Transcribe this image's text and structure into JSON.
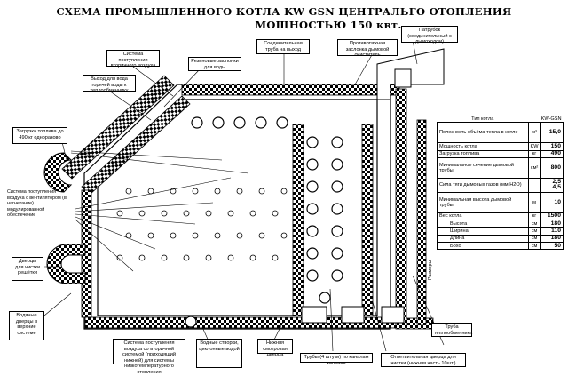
{
  "title": {
    "line1": "СХЕМА ПРОМЫШЛЕННОГО КОТЛА KW GSN ЦЕНТРАЛЬГО ОТОПЛЕНИЯ",
    "line2": "МОЩНОСТЬЮ 150 квт."
  },
  "labels": {
    "chimney": "Патрубок (соединительный с дымоходом)",
    "regulator": "Противотяжная заслонка дымовой очиститель",
    "outlet": "Соединительная труба на выход",
    "secondary_air_channel": "Система поступления вторичного воздуха",
    "insulation": "Резиновые заслонки для воды",
    "return_water": "Выход для вода горячей воды к теплообменнику",
    "fuel_loading": "Загрузка топлива до 490 кг одноразово",
    "air_supply": "Система поступления воздуха с вентилятором (в нагнетание) модулированной обеспечение",
    "door_handles": "Дверцы для чистки решётки",
    "water_inlet": "Водяные дверцы в верхние системе",
    "bottom_air": "Система поступления воздуха со вторичной системой (приходящий нижней) для системы низкотемпературного отопления",
    "water_duct": "Водные створки, циклонные водой",
    "lower_door": "Нижняя смотровая дверца",
    "grate_pipes": "Трубы (4 штуки) по каналам кипения",
    "cleaning_doors": "Ответвительная дверца для чистки (нижняя часть 10шт.)",
    "smoke_pipe": "Труба теплообменника"
  },
  "spec": {
    "header_left": "Тип котла",
    "header_right": "KW-GSN",
    "rows": [
      {
        "name": "Полезность объёма тепла в котле",
        "unit": "м³",
        "value": "15,0"
      },
      {
        "name": "Мощность котла",
        "unit": "KW",
        "value": "150"
      },
      {
        "name": "Загрузка топлива",
        "unit": "кг",
        "value": "490"
      },
      {
        "name": "Минимальное сечение дымовой трубы",
        "unit": "см²",
        "value": "800"
      },
      {
        "name": "Сила тяги дымовых газов (мм H2O)",
        "unit": "",
        "value": "2,5 4,5"
      },
      {
        "name": "Минимальная высота дымовой трубы",
        "unit": "м",
        "value": "10"
      },
      {
        "name": "Вес котла",
        "unit": "кг",
        "value": "1500"
      }
    ],
    "dims_label": "Размеры",
    "dims": [
      {
        "name": "Высота",
        "unit": "см",
        "value": "180"
      },
      {
        "name": "Ширина",
        "unit": "см",
        "value": "110"
      },
      {
        "name": "Длина",
        "unit": "см",
        "value": "180"
      },
      {
        "name": "Бохо",
        "unit": "см",
        "value": "50"
      }
    ]
  }
}
